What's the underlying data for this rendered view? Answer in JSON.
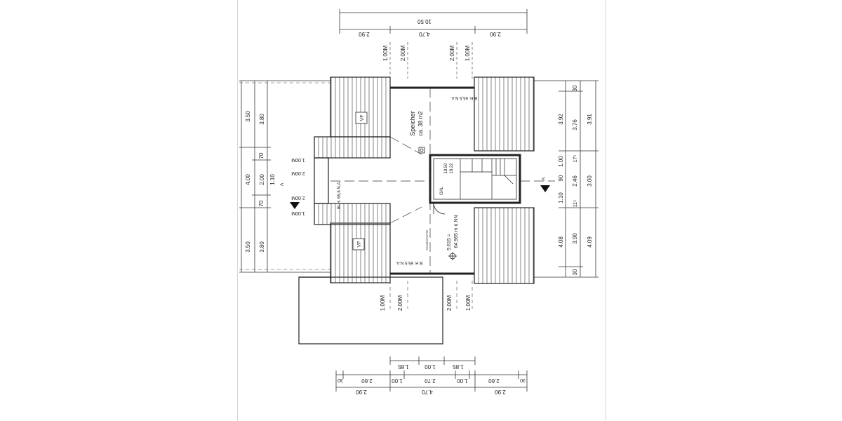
{
  "drawing": {
    "room_name": "Speicher",
    "room_area": "ca. 38 m2",
    "vf_label_top": "VF",
    "vf_label_bottom": "VF",
    "bh_top": "B.H. 65,5 N.A.",
    "bh_left": "Br.H. 65,5 N.A.",
    "bh_bottom": "B.H. 65,5 N.A.",
    "gal_label": "GAL",
    "fire_label": "FEUERSTÄTTE",
    "level_value": "5.615 =",
    "level_nn": "64.965 m ü.NN",
    "stair_a": "18.50",
    "stair_b": "18.22"
  },
  "dimensions": {
    "top_overall": "10.50",
    "top_parts": [
      "2.90",
      "4.70",
      "2.90"
    ],
    "top_small": [
      "1.00M",
      "2.00M",
      "2.00M",
      "1.00M"
    ],
    "bottom_small": [
      "1.00M",
      "2.00M",
      "2.00M",
      "1.00M"
    ],
    "left_small": [
      "1.00M",
      "2.00M",
      "2.00M",
      "1.00M"
    ],
    "left_outer": [
      "3.50",
      "4.00",
      "3.50"
    ],
    "left_inner": [
      "3.80",
      "70",
      "2.00",
      "70",
      "3.80"
    ],
    "left_mid": "1.10",
    "right_inner": [
      "30",
      "3.92",
      "1.00",
      "1.10",
      "4.08",
      "30"
    ],
    "right_mid": [
      "3.76",
      "17⁵",
      "90",
      "2.46",
      "11⁵",
      "3.90"
    ],
    "right_outer": [
      "3.91",
      "3.00",
      "4.09"
    ],
    "bottom_row1": [
      "1.85",
      "1.00",
      "1.85"
    ],
    "bottom_row2": [
      "30",
      "2.60",
      "1.00",
      "2.70",
      "1.00",
      "2.60",
      "30"
    ],
    "bottom_row3": [
      "2.90",
      "4.70",
      "2.90"
    ]
  },
  "colors": {
    "line": "#222222",
    "hatch": "#555555",
    "sheet_border": "#d6d6d6"
  }
}
